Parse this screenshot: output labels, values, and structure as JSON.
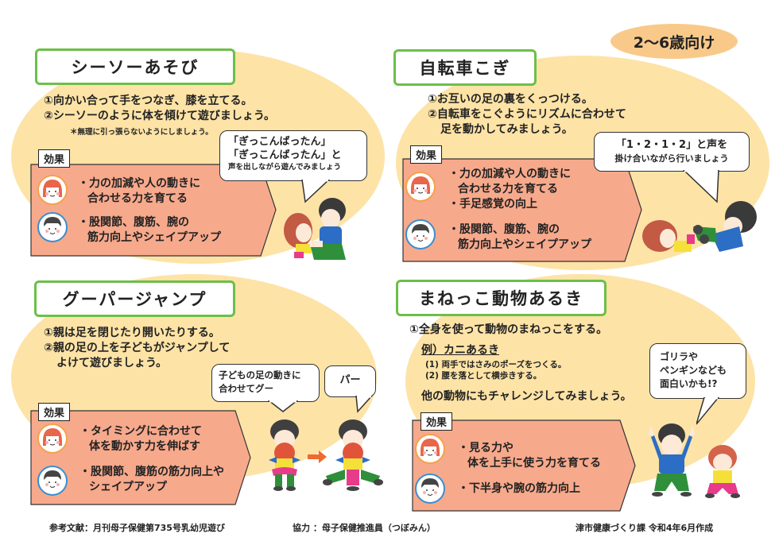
{
  "badge": {
    "age": "2〜6歳向け"
  },
  "colors": {
    "blob": "#fde3a6",
    "badge": "#f9c98a",
    "title_border": "#6cbf4a",
    "effect_fill": "#f7a98c",
    "girl_ring": "#f3a24d",
    "boy_ring": "#3a8ed0",
    "arrow": "#ef6a2e"
  },
  "sections": [
    {
      "title": "シーソーあそび",
      "steps": [
        "①向かい合って手をつなぎ、膝を立てる。",
        "②シーソーのように体を傾けて遊びましょう。"
      ],
      "note": "＊無理に引っ張らないようにしましょう。",
      "effect_label": "効果",
      "effects": [
        {
          "line1": "・力の加減や人の動きに",
          "line2": "合わせる力を育てる"
        },
        {
          "line1": "・股関節、腹筋、腕の",
          "line2": "筋力向上やシェイプアップ"
        }
      ],
      "bubble": {
        "line1": "「ぎっこんばったん」",
        "line2": "「ぎっこんばったん」と",
        "line3": "声を出しながら遊んでみましょう"
      }
    },
    {
      "title": "自転車こぎ",
      "steps": [
        "①お互いの足の裏をくっつける。",
        "②自転車をこぐようにリズムに合わせて",
        "足を動かしてみましょう。"
      ],
      "effect_label": "効果",
      "effects": [
        {
          "line1": "・力の加減や人の動きに",
          "line2": "合わせる力を育てる"
        },
        {
          "line1": "・手足感覚の向上",
          "line2": ""
        },
        {
          "line1": "・股関節、腹筋、腕の",
          "line2": "筋力向上やシェイプアップ"
        }
      ],
      "bubble": {
        "line1": "「1・2・1・2」と声を",
        "line2": "掛け合いながら行いましょう"
      }
    },
    {
      "title": "グーパージャンプ",
      "steps": [
        "①親は足を閉じたり開いたりする。",
        "②親の足の上を子どもがジャンプして",
        "よけて遊びましょう。"
      ],
      "effect_label": "効果",
      "effects": [
        {
          "line1": "・タイミングに合わせて",
          "line2": "体を動かす力を伸ばす"
        },
        {
          "line1": "・股関節、腹筋の筋力向上や",
          "line2": "シェイプアップ"
        }
      ],
      "bubble_goo": {
        "line1": "子どもの足の動きに",
        "line2": "合わせてグー"
      },
      "bubble_paa": "パー"
    },
    {
      "title": "まねっこ動物あるき",
      "steps": [
        "①全身を使って動物のまねっこをする。"
      ],
      "example_title": "例）カニあるき",
      "example_steps": [
        "(1) 両手ではさみのポーズをつくる。",
        "(2) 腰を落として横歩きする。"
      ],
      "challenge": "他の動物にもチャレンジしてみましょう。",
      "effect_label": "効果",
      "effects": [
        {
          "line1": "・見る力や",
          "line2": "体を上手に使う力を育てる"
        },
        {
          "line1": "・下半身や腕の筋力向上",
          "line2": ""
        }
      ],
      "bubble": {
        "line1": "ゴリラや",
        "line2": "ペンギンなども",
        "line3": "面白いかも!?"
      }
    }
  ],
  "footer": {
    "reference": "参考文献：月刊母子保健第735号乳幼児遊び",
    "cooperation": "協力 ：母子保健推進員（つぼみん）",
    "credit": "津市健康づくり課  令和4年6月作成"
  }
}
